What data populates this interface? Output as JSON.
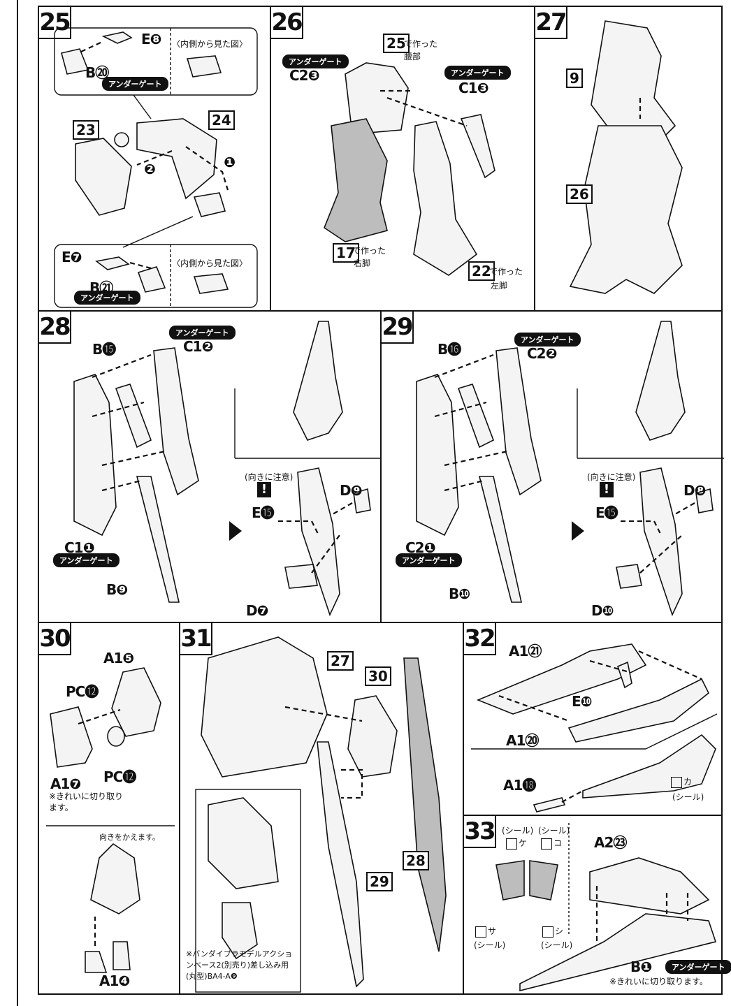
{
  "underGate": "アンダーゲート",
  "inside_view": "〈内側から見た図〉",
  "steps": {
    "s25": {
      "num": "25",
      "parts": [
        "E❽",
        "B⑳",
        "E❼",
        "B㉑"
      ],
      "refs": [
        "23",
        "24"
      ],
      "arrows": [
        "❶",
        "❷"
      ]
    },
    "s26": {
      "num": "26",
      "c2": "C2❸",
      "c1": "C1❸",
      "ref25": "25",
      "made25": "で作った",
      "waist": "腰部",
      "ref17": "17",
      "made17": "で作った",
      "rightleg": "右脚",
      "ref22": "22",
      "made22": "で作った",
      "leftleg": "左脚"
    },
    "s27": {
      "num": "27",
      "refs": [
        "9",
        "26"
      ]
    },
    "s28": {
      "num": "28",
      "b15": "B⓯",
      "c12": "C1❷",
      "c11": "C1❶",
      "b9": "B❾",
      "d9": "D❾",
      "e15": "E⓯",
      "d7": "D❼",
      "caution": "(向きに注意)"
    },
    "s29": {
      "num": "29",
      "b16": "B⓰",
      "c22": "C2❷",
      "c21": "C2❶",
      "b10": "B❿",
      "d8": "D❽",
      "e15": "E⓯",
      "d10": "D❿",
      "caution": "(向きに注意)"
    },
    "s30": {
      "num": "30",
      "a15": "A1❺",
      "pc12a": "PC⓬",
      "pc12b": "PC⓬",
      "a17": "A1❼",
      "note": "※きれいに切り取ります。",
      "turn": "向きをかえます。",
      "a14": "A1❹"
    },
    "s31": {
      "num": "31",
      "refs": [
        "27",
        "30",
        "28",
        "29"
      ],
      "note": "※バンダイプラモデルアクションベース2(別売り)差し込み用(丸型)BA4-A❾"
    },
    "s32": {
      "num": "32",
      "a121": "A1㉑",
      "e10": "E❿",
      "a120": "A1⑳",
      "a118": "A1⓲",
      "sticker": "カ",
      "seal": "(シール)"
    },
    "s33": {
      "num": "33",
      "seal": "(シール)",
      "stickers": [
        "ケ",
        "コ",
        "サ",
        "シ"
      ],
      "a223": "A2㉓",
      "b1": "B❶",
      "note": "※きれいに切り取ります。"
    }
  }
}
